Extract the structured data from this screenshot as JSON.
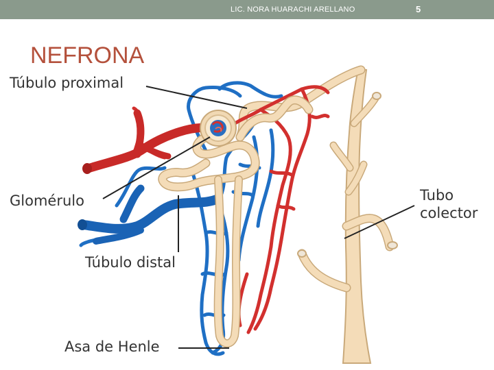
{
  "header": {
    "author": "LIC. NORA HUARACHI ARELLANO",
    "page_number": "5"
  },
  "slide": {
    "title": "NEFRONA"
  },
  "diagram": {
    "labels": {
      "proximal": "Túbulo proximal",
      "glomerulo": "Glomérulo",
      "distal": "Túbulo distal",
      "henle": "Asa de Henle",
      "tubo_line1": "Tubo",
      "tubo_line2": "colector"
    },
    "colors": {
      "artery": "#d2302e",
      "vein": "#1f6fc4",
      "tubule": "#f1d9b4",
      "tubule_outline": "#c9a97a"
    }
  }
}
